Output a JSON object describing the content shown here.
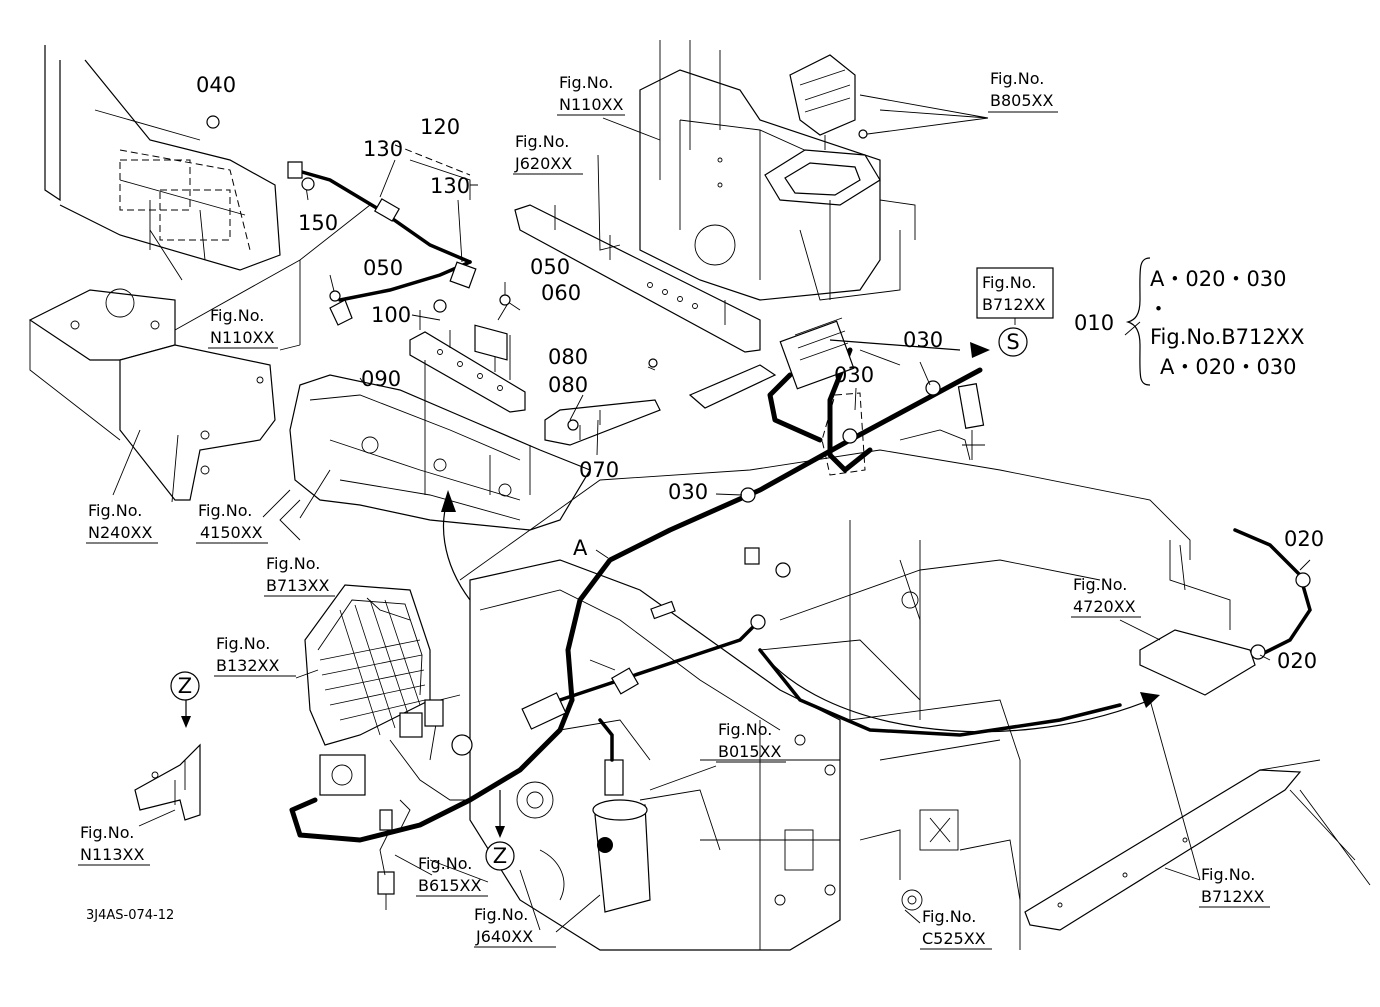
{
  "diagram": {
    "drawing_code": "3J4AS-074-12",
    "callouts": {
      "c010": "010",
      "c020a": "020",
      "c020b": "020",
      "c030a": "030",
      "c030b": "030",
      "c030c": "030",
      "c040": "040",
      "c050a": "050",
      "c050b": "050",
      "c060": "060",
      "c070": "070",
      "c080a": "080",
      "c080b": "080",
      "c090": "090",
      "c100": "100",
      "c120": "120",
      "c130a": "130",
      "c130b": "130",
      "c150": "150",
      "cA": "A"
    },
    "markers": {
      "s": "S",
      "z1": "Z",
      "z2": "Z"
    },
    "figure_refs": {
      "fig_prefix": "Fig.No.",
      "n110_top": "N110XX",
      "b805": "B805XX",
      "j620": "J620XX",
      "b712_top": "B712XX",
      "n110_left": "N110XX",
      "n240": "N240XX",
      "f4150": "4150XX",
      "b713": "B713XX",
      "b132": "B132XX",
      "n113": "N113XX",
      "b015": "B015XX",
      "b615": "B615XX",
      "j640": "J640XX",
      "c525": "C525XX",
      "f4720": "4720XX",
      "b712_bottom": "B712XX"
    },
    "legend_010": {
      "line1": "A・020・030",
      "dot": "・",
      "line2": "Fig.No.B712XX",
      "line3": "A・020・030"
    }
  }
}
